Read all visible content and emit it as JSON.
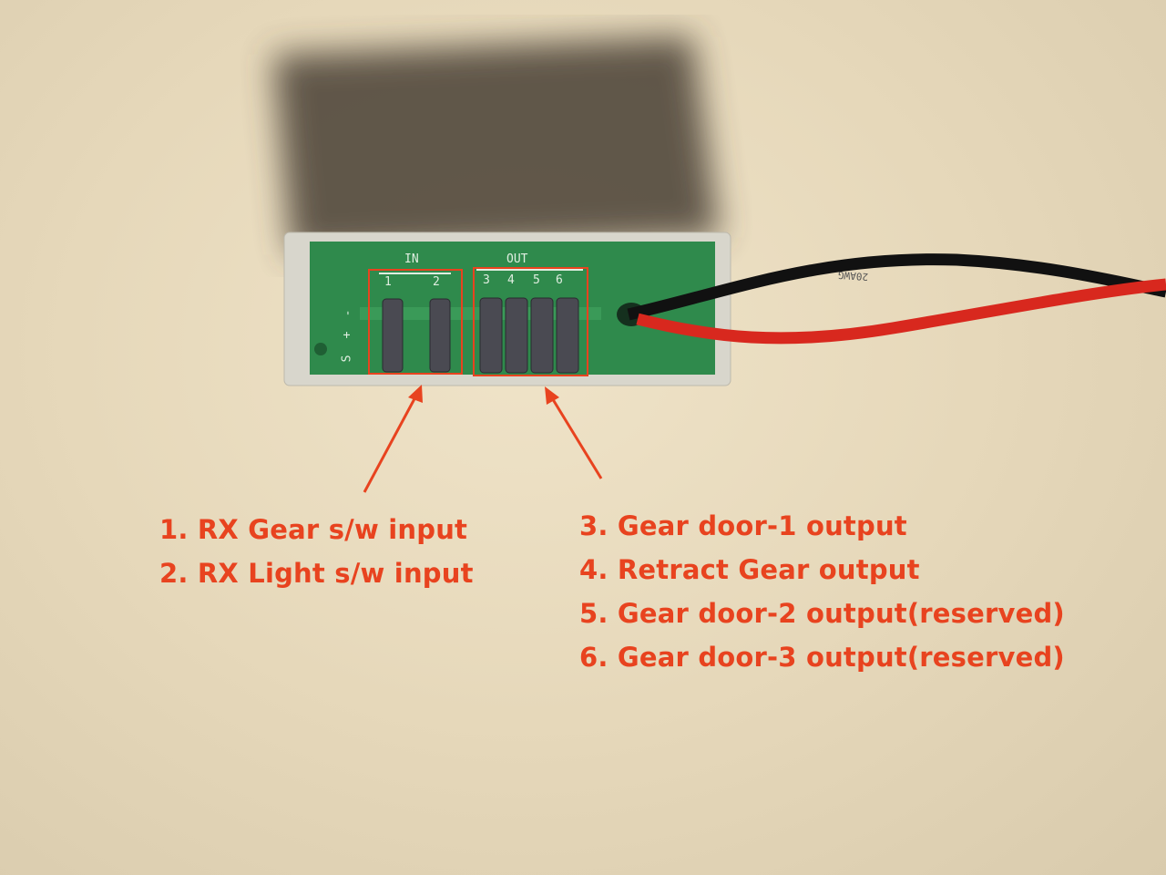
{
  "board": {
    "in_label": "IN",
    "out_label": "OUT",
    "in_pins": [
      "1",
      "2"
    ],
    "out_pins": [
      "3",
      "4",
      "5",
      "6"
    ],
    "power_labels": [
      "-",
      "+",
      "S"
    ],
    "wire_print": "20AWG"
  },
  "annotations": {
    "inputs": [
      "1. RX Gear s/w input",
      "2. RX Light s/w input"
    ],
    "outputs": [
      "3. Gear door-1 output",
      "4. Retract Gear output",
      "5. Gear door-2 output(reserved)",
      "6. Gear door-3 output(reserved)"
    ]
  },
  "colors": {
    "annotation": "#e8431f",
    "pcb": "#2f8a4c"
  }
}
